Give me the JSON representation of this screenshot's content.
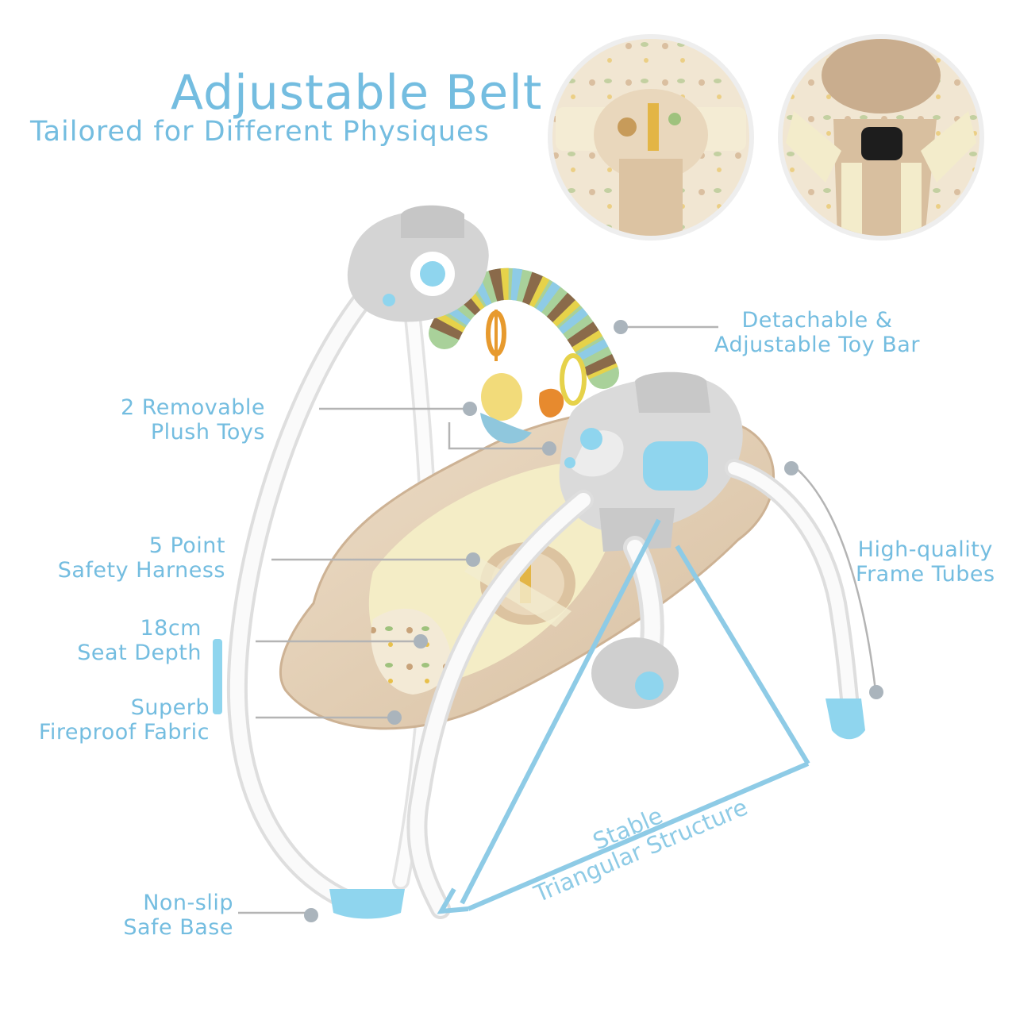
{
  "header": {
    "title": "Adjustable Belt",
    "subtitle": "Tailored for Different Physiques"
  },
  "features": {
    "toy_bar": {
      "line1": "Detachable &",
      "line2": "Adjustable Toy Bar"
    },
    "plush_toys": {
      "line1": "2 Removable",
      "line2": "Plush Toys"
    },
    "harness": {
      "line1": "5 Point",
      "line2": "Safety Harness"
    },
    "seat_depth": {
      "line1": "18cm",
      "line2": "Seat Depth"
    },
    "fabric": {
      "line1": "Superb",
      "line2": "Fireproof Fabric"
    },
    "frame_tubes": {
      "line1": "High-quality",
      "line2": "Frame Tubes"
    },
    "base": {
      "line1": "Non-slip",
      "line2": "Safe Base"
    },
    "structure": {
      "line1": "Stable",
      "line2": "Triangular Structure"
    }
  },
  "colors": {
    "accent": "#74bde0",
    "callout_line": "#b8b8b8",
    "frame": "#f4f4f4",
    "seat": "#e3cfb6",
    "cushion": "#f6efc4",
    "foot": "#8fd5ee",
    "motor_housing": "#cfcfcf"
  },
  "icons": {
    "detail_left": "harness-pad-photo",
    "detail_right": "buckle-photo"
  }
}
